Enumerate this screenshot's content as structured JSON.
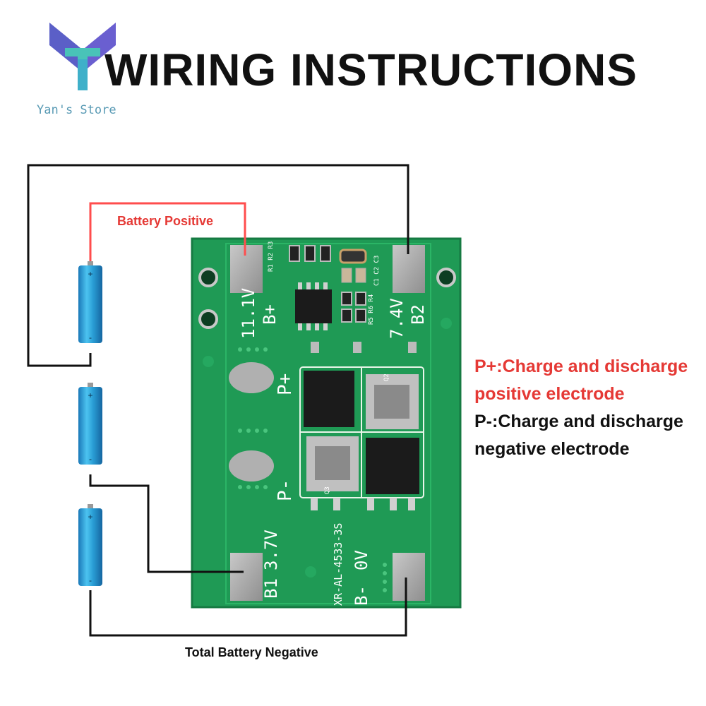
{
  "header": {
    "title": "WIRING INSTRUCTIONS",
    "brand": "Yan's Store"
  },
  "wires": {
    "battery_positive_label": "Battery Positive",
    "total_negative_label": "Total Battery Negative"
  },
  "board": {
    "pad_b_plus_voltage": "11.1V",
    "pad_b_plus": "B+",
    "pad_b2_voltage": "7.4V",
    "pad_b2": "B2",
    "pad_b1": "B1",
    "pad_b1_voltage": "3.7V",
    "pad_b_minus": "B-",
    "pad_b_minus_voltage": "0V",
    "p_plus": "P+",
    "p_minus": "P-",
    "model": "XR-AL-4533-3S",
    "silk_r": "R1 R2 R3",
    "silk_c": "C1 C2 C3",
    "silk_r2": "R5 R6 R4",
    "silk_q2": "Q2",
    "silk_q3": "Q3"
  },
  "battery": {
    "plus_sign": "+",
    "minus_sign": "-"
  },
  "description": {
    "p_plus_line1": "P+:Charge and discharge",
    "p_plus_line2": "positive electrode",
    "p_minus_line1": "P-:Charge and discharge",
    "p_minus_line2": "negative electrode"
  },
  "colors": {
    "pcb_green": "#1f9a55",
    "wire_positive": "#ff4d4d",
    "wire_black": "#111111",
    "battery_blue": "#2a9fd6",
    "positive_text": "#e53935"
  }
}
